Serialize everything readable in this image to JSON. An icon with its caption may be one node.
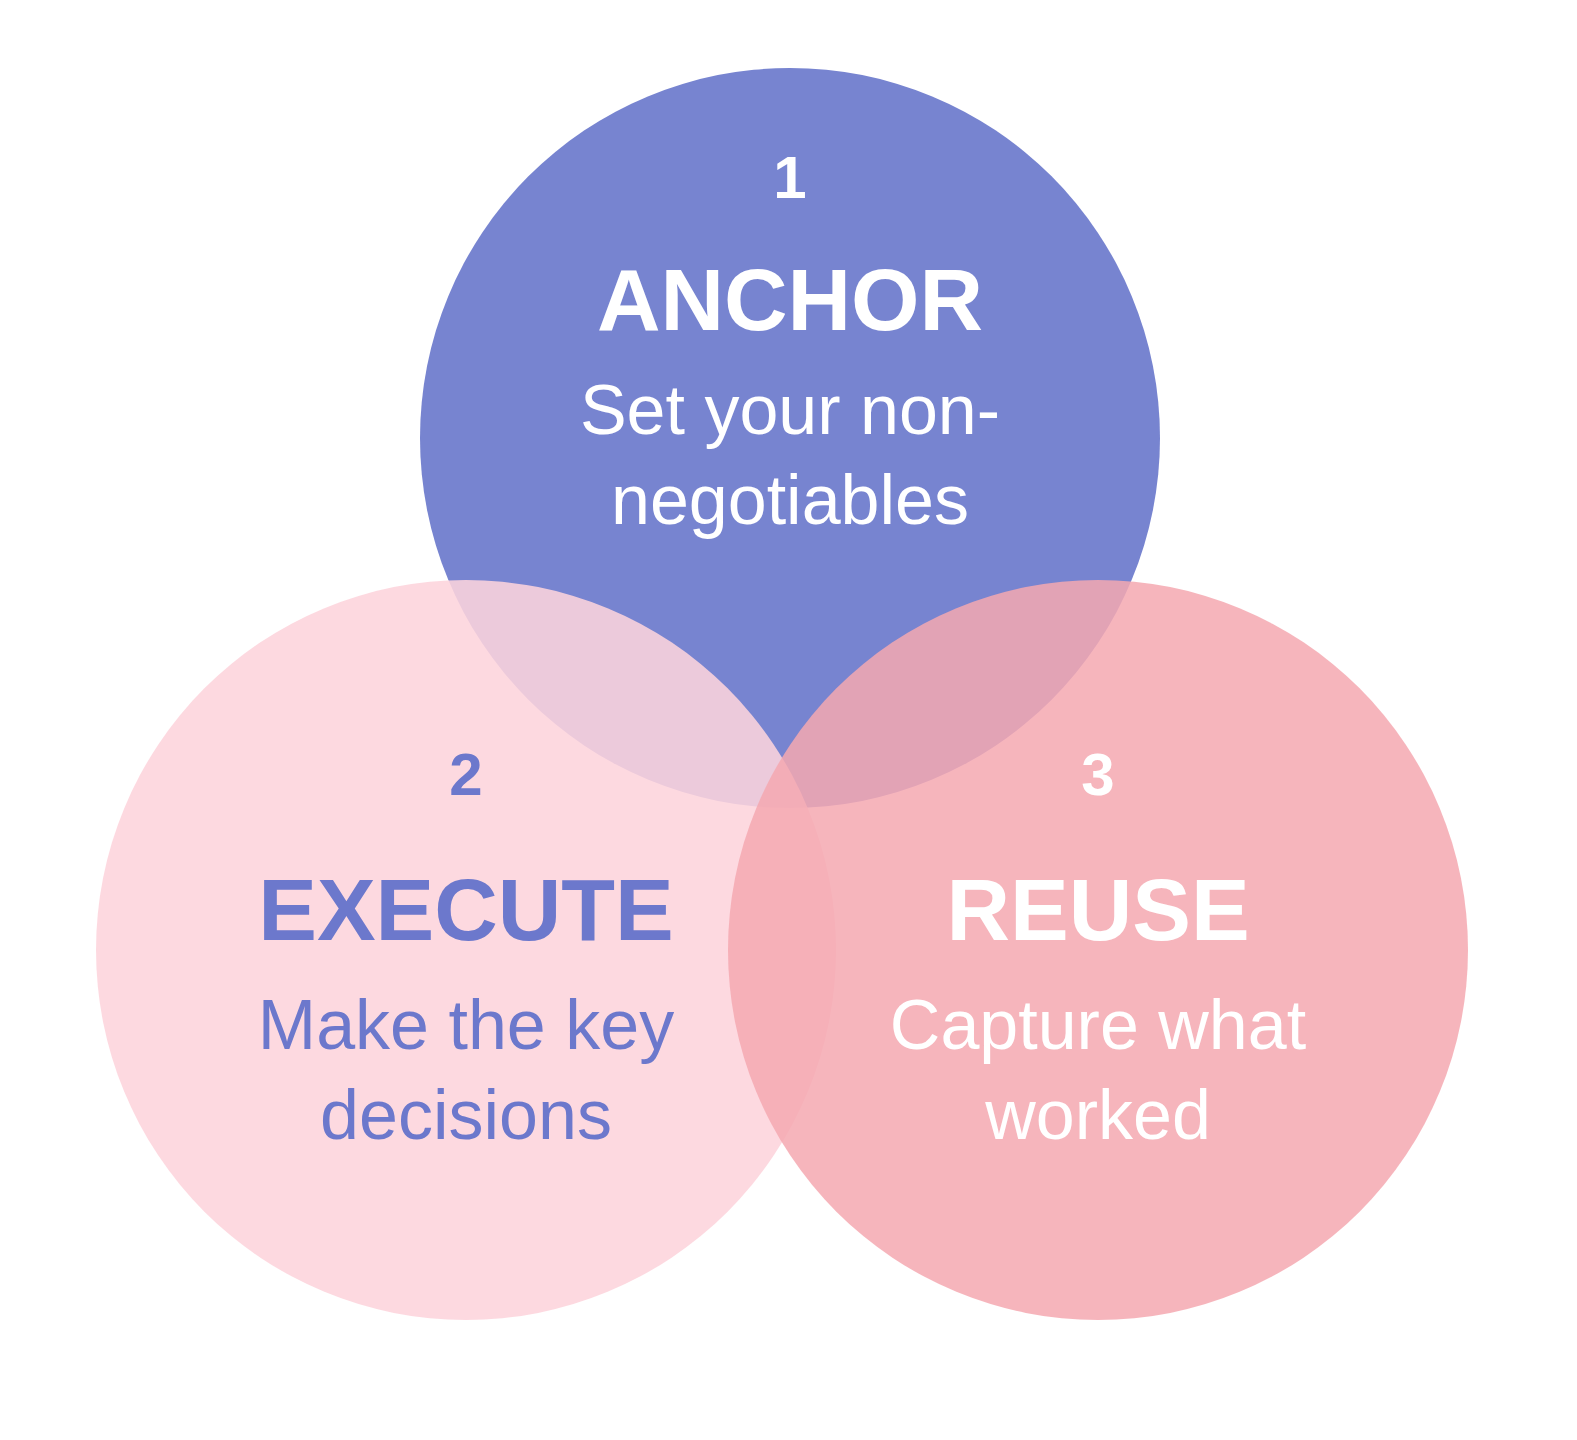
{
  "diagram": {
    "nodes": [
      {
        "text": [
          "1",
          "ANCHOR",
          "Set your non-negotiables"
        ]
      },
      {
        "text": [
          "2",
          "EXECUTE",
          "Make the key decisions"
        ]
      },
      {
        "text": [
          "3",
          "REUSE",
          "Capture what worked"
        ]
      }
    ]
  }
}
